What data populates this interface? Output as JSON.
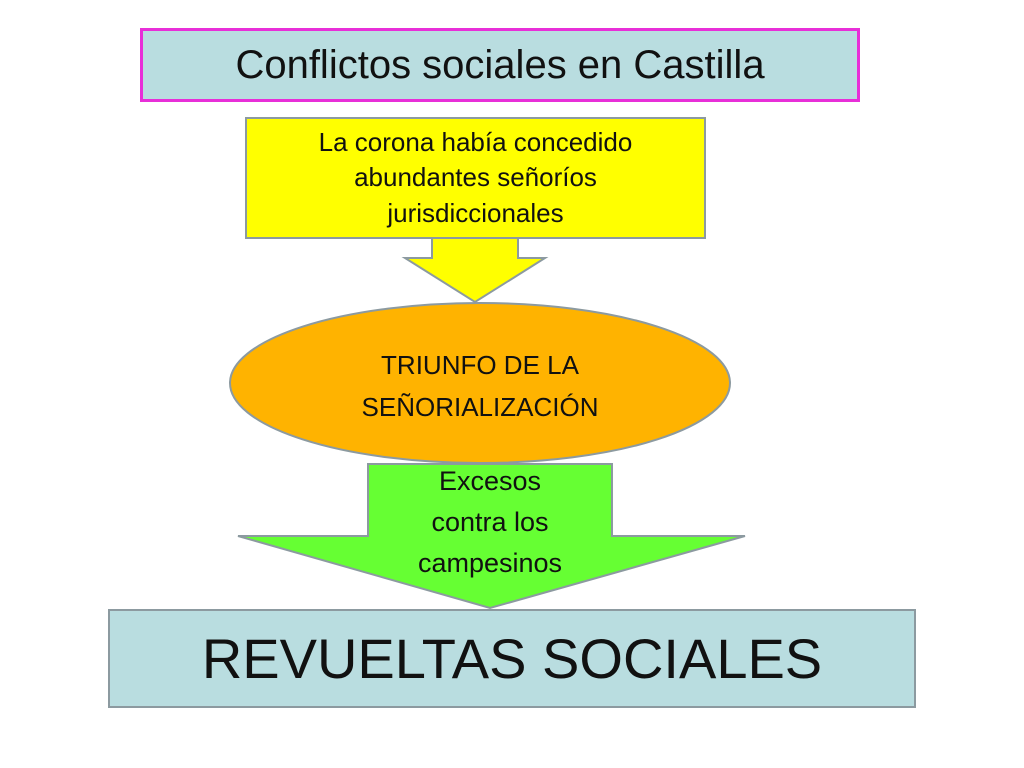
{
  "title": "Conflictos sociales en Castilla",
  "cause_lines": [
    "La corona había concedido",
    "abundantes señoríos",
    "jurisdiccionales"
  ],
  "center_lines": [
    "TRIUNFO DE LA",
    "SEÑORIALIZACIÓN"
  ],
  "arrow_lines": [
    "Excesos",
    "contra los",
    "campesinos"
  ],
  "result": "REVUELTAS SOCIALES",
  "colors": {
    "title_fill": "#b9dde0",
    "title_border": "#e82fd8",
    "cause_fill": "#ffff00",
    "center_fill": "#ffb300",
    "green_arrow_fill": "#66ff33",
    "result_fill": "#b9dde0"
  }
}
